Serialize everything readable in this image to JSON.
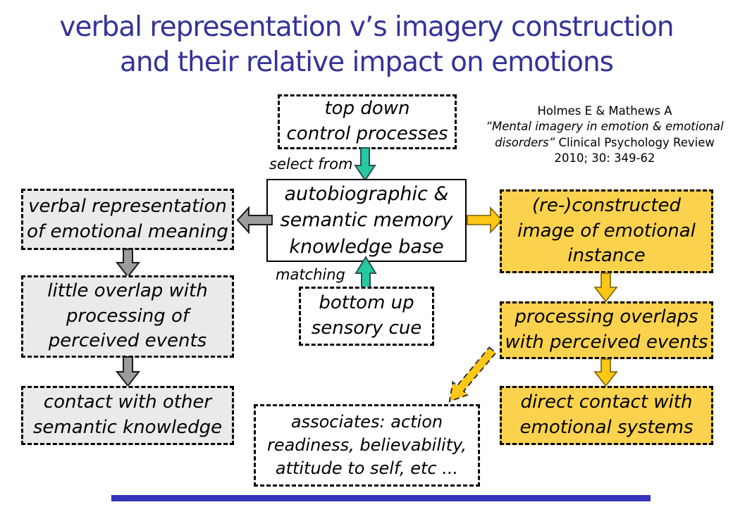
{
  "title": {
    "line1": "verbal representation v’s imagery construction",
    "line2": "and their relative impact on emotions"
  },
  "citation": {
    "line1": "Holmes E & Mathews A",
    "line2_italic": "“Mental imagery in emotion & emotional",
    "line3_italic": "disorders”",
    "line3_regular": " Clinical Psychology Review",
    "line4": "2010; 30: 349-62"
  },
  "labels": {
    "select_from": "select from",
    "matching": "matching"
  },
  "boxes": {
    "top_down": {
      "lines": [
        "top down",
        "control processes"
      ]
    },
    "knowledge_base": {
      "lines": [
        "autobiographic &",
        "semantic memory",
        "knowledge base"
      ]
    },
    "bottom_up": {
      "lines": [
        "bottom up",
        "sensory cue"
      ]
    },
    "verbal_representation": {
      "lines": [
        "verbal representation",
        "of emotional meaning"
      ]
    },
    "little_overlap": {
      "lines": [
        "little overlap with",
        "processing of",
        "perceived events"
      ]
    },
    "contact_semantic": {
      "lines": [
        "contact with other",
        "semantic knowledge"
      ]
    },
    "reconstructed_image": {
      "lines": [
        "(re-)constructed",
        "image of emotional",
        "instance"
      ]
    },
    "processing_overlaps": {
      "lines": [
        "processing overlaps",
        "with perceived events"
      ]
    },
    "direct_contact": {
      "lines": [
        "direct contact with",
        "emotional systems"
      ]
    },
    "associates": {
      "lines": [
        "associates: action",
        "readiness, believability,",
        "attitude to self, etc ..."
      ]
    }
  },
  "colors": {
    "title": "#333399",
    "teal_arrow": "#25c9a1",
    "gray_arrow": "#9c9c9c",
    "gold_arrow": "#fdc716",
    "yellow_box": "#fad24d",
    "gray_box": "#eaeaea",
    "bottom_bar": "#3333bb"
  }
}
